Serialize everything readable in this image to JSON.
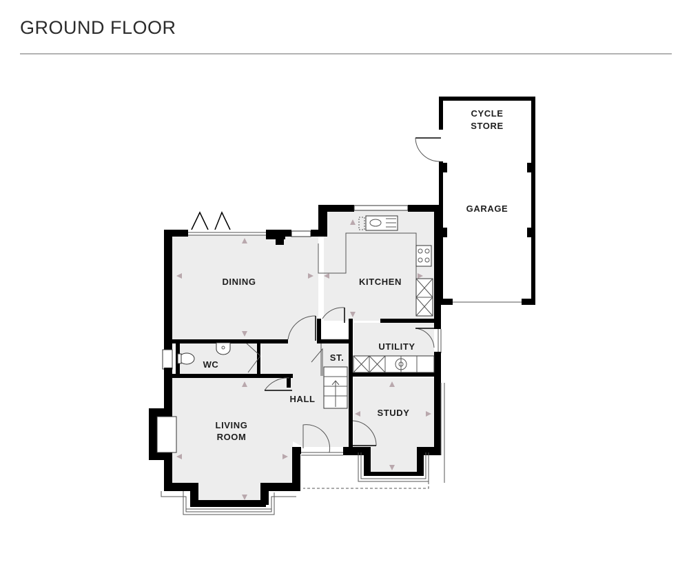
{
  "title": "GROUND FLOOR",
  "rooms": {
    "cycle_store_line1": "CYCLE",
    "cycle_store_line2": "STORE",
    "garage": "GARAGE",
    "dining": "DINING",
    "kitchen": "KITCHEN",
    "utility": "UTILITY",
    "wc": "WC",
    "store": "ST.",
    "hall": "HALL",
    "living_line1": "LIVING",
    "living_line2": "ROOM",
    "study": "STUDY"
  },
  "colors": {
    "wall": "#000000",
    "floor": "#ededed",
    "dimension_marker": "#b9a8ad",
    "rule": "#b3b3b3"
  }
}
